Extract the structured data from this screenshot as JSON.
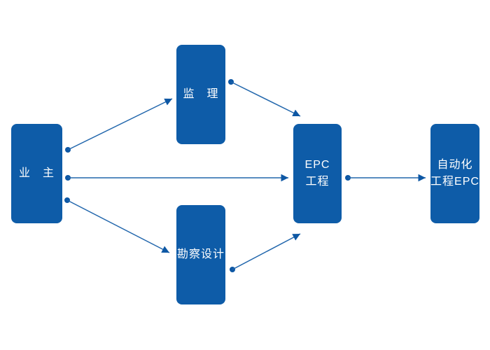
{
  "diagram": {
    "nodes": {
      "owner": {
        "label": "业　主"
      },
      "supervision": {
        "label": "监　理"
      },
      "survey": {
        "label": "勘察设计"
      },
      "epc": {
        "line1": "EPC",
        "line2": "工程"
      },
      "automation": {
        "line1": "自动化",
        "line2": "工程EPC"
      }
    },
    "edges": [
      {
        "from": "owner",
        "to": "supervision"
      },
      {
        "from": "owner",
        "to": "epc"
      },
      {
        "from": "owner",
        "to": "survey"
      },
      {
        "from": "supervision",
        "to": "epc"
      },
      {
        "from": "survey",
        "to": "epc"
      },
      {
        "from": "epc",
        "to": "automation"
      }
    ],
    "colors": {
      "box": "#0e5ca8",
      "line": "#2166ac",
      "marker": "#0d57a4",
      "text": "#ffffff",
      "background": "#ffffff"
    }
  }
}
